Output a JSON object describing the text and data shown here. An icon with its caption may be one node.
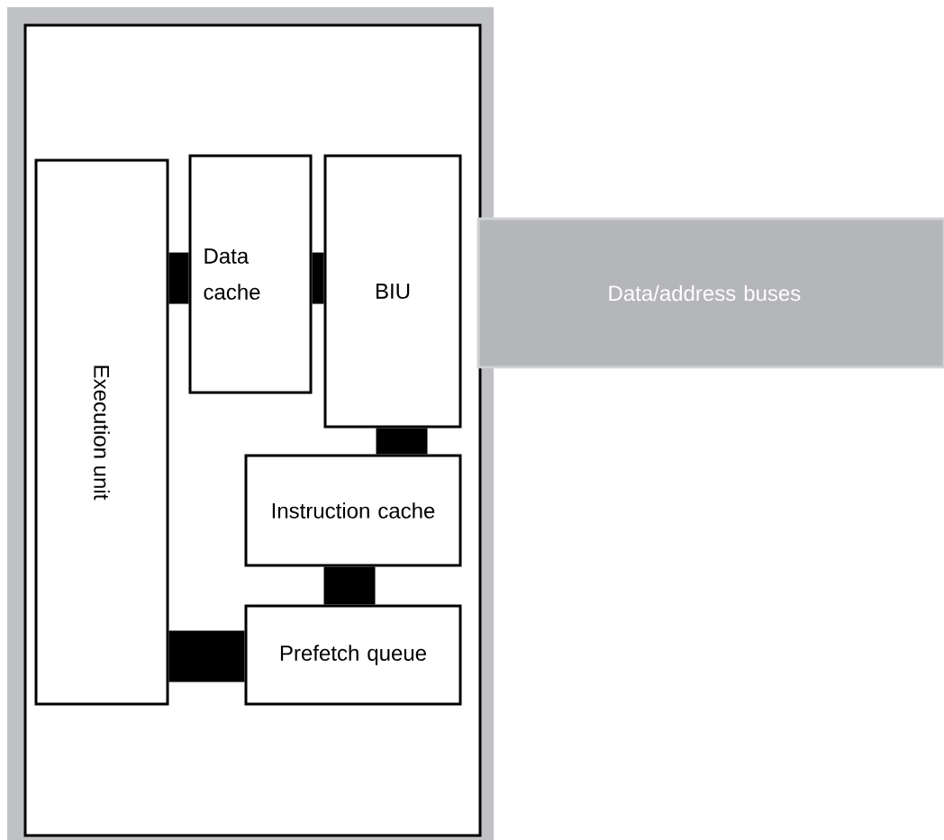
{
  "diagram": {
    "nodes": [
      {
        "text": [],
        "shape": "box"
      },
      {
        "text": [
          "Execution unit"
        ],
        "in": 0
      },
      {
        "text": [
          "Data cache"
        ],
        "in": 0
      },
      {
        "text": [
          "BIU"
        ],
        "in": 0
      },
      {
        "text": [
          "Instruction cache"
        ],
        "in": 0
      },
      {
        "text": [
          "Prefetch queue"
        ],
        "in": 0
      },
      {
        "text": [
          "Data/address buses"
        ]
      }
    ],
    "edges": [
      {
        "from": 1,
        "to": 2,
        "arrow": "none"
      },
      {
        "from": 2,
        "to": 3,
        "arrow": "none"
      },
      {
        "from": 3,
        "to": 4,
        "arrow": "none"
      },
      {
        "from": 4,
        "to": 5,
        "arrow": "none"
      },
      {
        "from": 1,
        "to": 5,
        "arrow": "none"
      }
    ]
  }
}
